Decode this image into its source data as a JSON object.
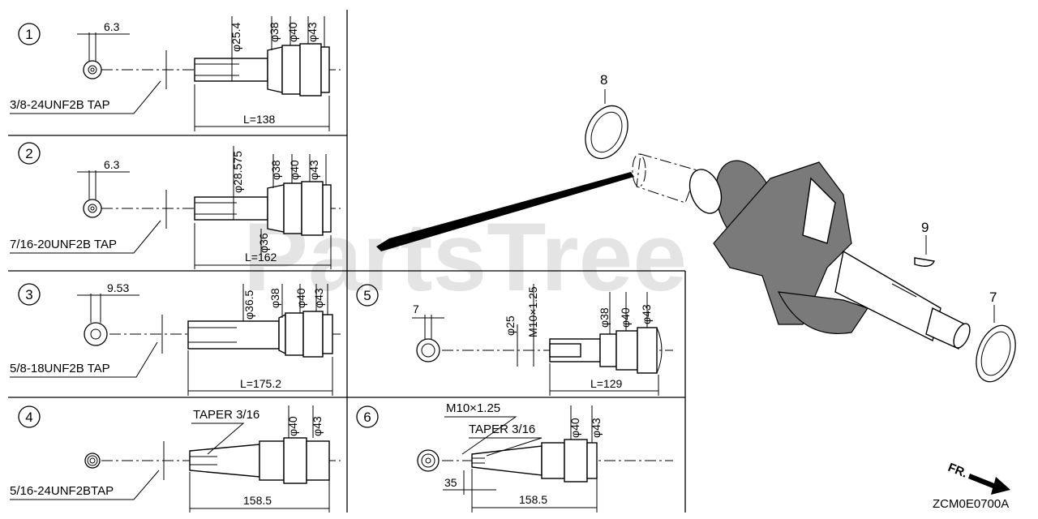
{
  "watermark": "PartsTree",
  "diagram_code": "ZCM0E0700A",
  "front_label": "FR.",
  "callouts": {
    "seal_upper": "8",
    "key": "9",
    "seal_lower": "7"
  },
  "panels": [
    {
      "num": "1",
      "keyway": "6.3",
      "tap": "3/8-24UNF2B TAP",
      "length": "L=138",
      "diameters": [
        "φ25.4",
        "φ38",
        "φ40",
        "φ43"
      ]
    },
    {
      "num": "2",
      "keyway": "6.3",
      "tap": "7/16-20UNF2B TAP",
      "length": "L=162",
      "diameters": [
        "φ28.575",
        "φ38",
        "φ40",
        "φ43"
      ],
      "lower_diameter": "φ36"
    },
    {
      "num": "3",
      "keyway": "9.53",
      "tap": "5/8-18UNF2B TAP",
      "length": "L=175.2",
      "diameters": [
        "φ36.5",
        "φ38",
        "φ40",
        "φ43"
      ]
    },
    {
      "num": "4",
      "tap": "5/16-24UNF2BTAP",
      "length": "158.5",
      "taper": "TAPER 3/16",
      "diameters": [
        "φ40",
        "φ43"
      ]
    },
    {
      "num": "5",
      "keyway": "7",
      "length": "L=129",
      "diameters": [
        "φ25",
        "M10×1.25",
        "φ38",
        "φ40",
        "φ43"
      ]
    },
    {
      "num": "6",
      "thread": "M10×1.25",
      "taper": "TAPER 3/16",
      "length": "158.5",
      "offset": "35",
      "diameters": [
        "φ40",
        "φ43"
      ]
    }
  ]
}
